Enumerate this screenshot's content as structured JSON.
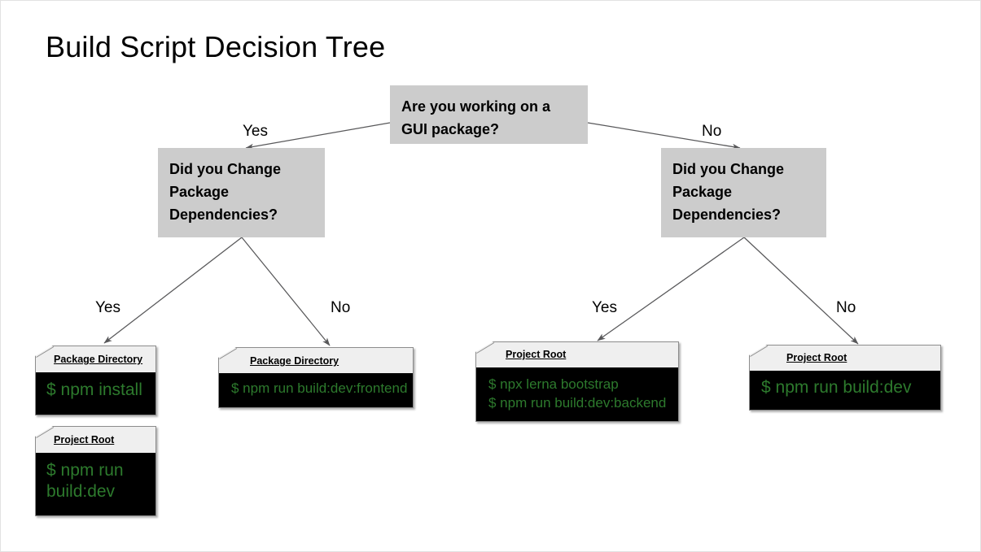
{
  "page": {
    "title": "Build Script Decision Tree",
    "background": "#ffffff",
    "accent_green": "#2d7a2d",
    "decision_fill": "#cccccc",
    "note_head_fill": "#efefef",
    "note_body_fill": "#000000",
    "edge_color": "#58585a"
  },
  "diagram": {
    "type": "decision-tree",
    "nodes": {
      "root": {
        "label": "Are you working on a GUI package?"
      },
      "left_decision": {
        "label": "Did you Change Package Dependencies?"
      },
      "right_decision": {
        "label": "Did you Change Package Dependencies?"
      }
    },
    "edges": [
      {
        "from": "root",
        "to": "left_decision",
        "label": "Yes"
      },
      {
        "from": "root",
        "to": "right_decision",
        "label": "No"
      },
      {
        "from": "left_decision",
        "to": "leaf_1",
        "label": "Yes"
      },
      {
        "from": "left_decision",
        "to": "leaf_2",
        "label": "No"
      },
      {
        "from": "right_decision",
        "to": "leaf_3",
        "label": "Yes"
      },
      {
        "from": "right_decision",
        "to": "leaf_4",
        "label": "No"
      }
    ],
    "leaves": [
      {
        "id": "leaf_1",
        "blocks": [
          {
            "location": "Package Directory",
            "commands": [
              "$ npm install"
            ]
          },
          {
            "location": "Project Root",
            "commands": [
              "$ npm run build:dev"
            ]
          }
        ]
      },
      {
        "id": "leaf_2",
        "blocks": [
          {
            "location": "Package Directory",
            "commands": [
              "$ npm run build:dev:frontend"
            ]
          }
        ]
      },
      {
        "id": "leaf_3",
        "blocks": [
          {
            "location": "Project Root",
            "commands": [
              "$ npx lerna bootstrap",
              "$ npm run build:dev:backend"
            ]
          }
        ]
      },
      {
        "id": "leaf_4",
        "blocks": [
          {
            "location": "Project Root",
            "commands": [
              "$ npm run build:dev"
            ]
          }
        ]
      }
    ]
  },
  "edge_labels": {
    "root_yes": "Yes",
    "root_no": "No",
    "left_yes": "Yes",
    "left_no": "No",
    "right_yes": "Yes",
    "right_no": "No"
  }
}
